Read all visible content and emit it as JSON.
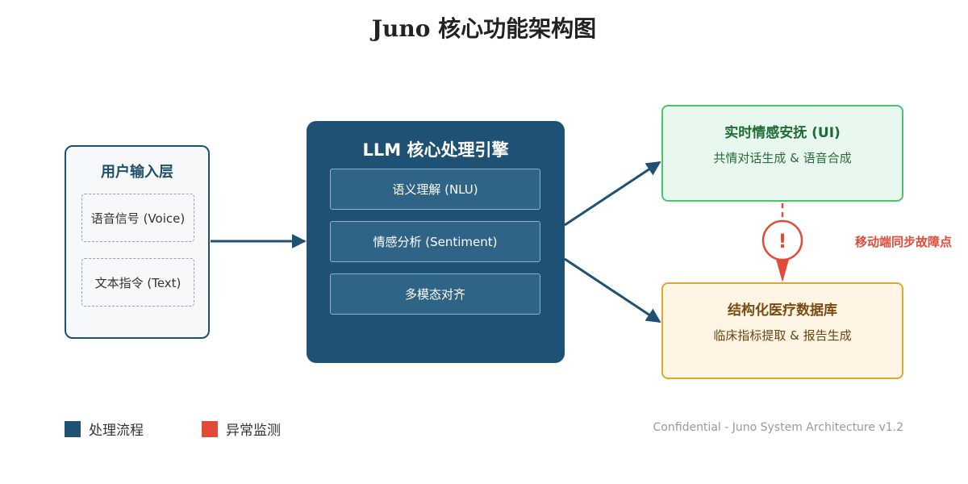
{
  "title": "Juno 核心功能架构图",
  "input_layer": {
    "title": "用户输入层",
    "items": [
      "语音信号 (Voice)",
      "文本指令 (Text)"
    ]
  },
  "core": {
    "title": "LLM 核心处理引擎",
    "modules": [
      "语义理解 (NLU)",
      "情感分析 (Sentiment)",
      "多模态对齐"
    ]
  },
  "outputs": {
    "emotion": {
      "title": "实时情感安抚 (UI)",
      "subtitle": "共情对话生成 & 语音合成"
    },
    "database": {
      "title": "结构化医疗数据库",
      "subtitle": "临床指标提取 & 报告生成"
    }
  },
  "alert": {
    "symbol": "!",
    "label": "移动端同步故障点"
  },
  "legend": [
    {
      "label": "处理流程",
      "color": "#1e5173"
    },
    {
      "label": "异常监测",
      "color": "#e04b3a"
    }
  ],
  "footer": "Confidential - Juno System Architecture v1.2"
}
